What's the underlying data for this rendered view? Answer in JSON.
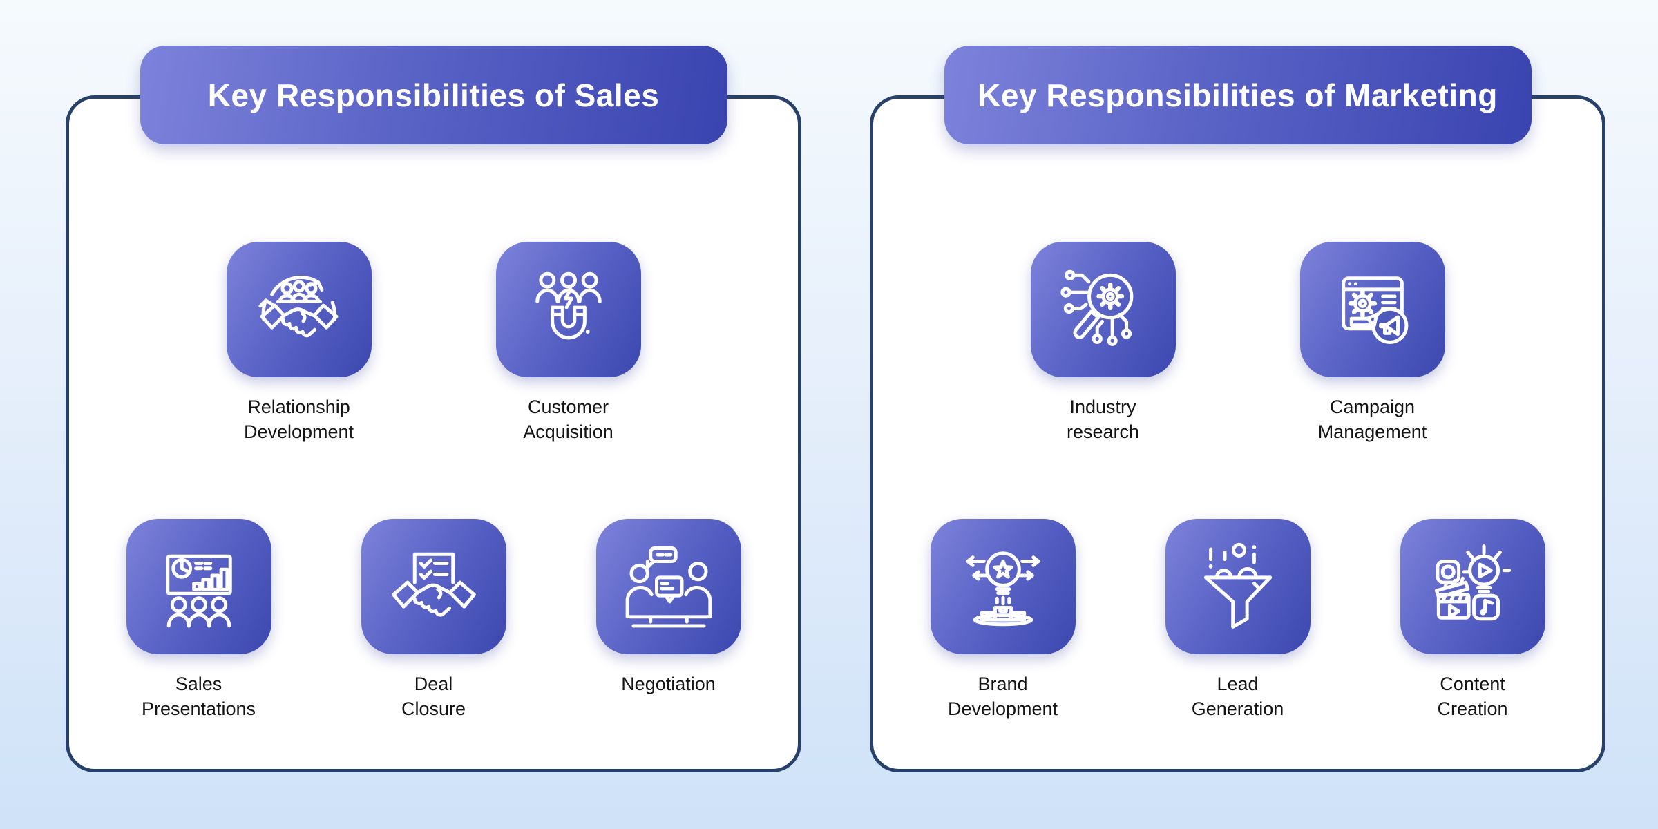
{
  "colors": {
    "background_top": "#f5fafd",
    "background_bottom": "#cfe2f8",
    "panel_border": "#27416b",
    "panel_background": "#ffffff",
    "accent_gradient_light": "#7d83db",
    "accent_gradient_dark": "#3a44b0",
    "header_text": "#ffffff",
    "label_text": "#141414"
  },
  "panels": [
    {
      "title": "Key Responsibilities of Sales",
      "items": [
        {
          "icon": "relationship-development-icon",
          "label": "Relationship\nDevelopment"
        },
        {
          "icon": "customer-acquisition-icon",
          "label": "Customer\nAcquisition"
        },
        {
          "icon": "sales-presentations-icon",
          "label": "Sales\nPresentations"
        },
        {
          "icon": "deal-closure-icon",
          "label": "Deal\nClosure"
        },
        {
          "icon": "negotiation-icon",
          "label": "Negotiation"
        }
      ]
    },
    {
      "title": "Key Responsibilities of Marketing",
      "items": [
        {
          "icon": "industry-research-icon",
          "label": "Industry\nresearch"
        },
        {
          "icon": "campaign-management-icon",
          "label": "Campaign\nManagement"
        },
        {
          "icon": "brand-development-icon",
          "label": "Brand\nDevelopment"
        },
        {
          "icon": "lead-generation-icon",
          "label": "Lead\nGeneration"
        },
        {
          "icon": "content-creation-icon",
          "label": "Content\nCreation"
        }
      ]
    }
  ]
}
